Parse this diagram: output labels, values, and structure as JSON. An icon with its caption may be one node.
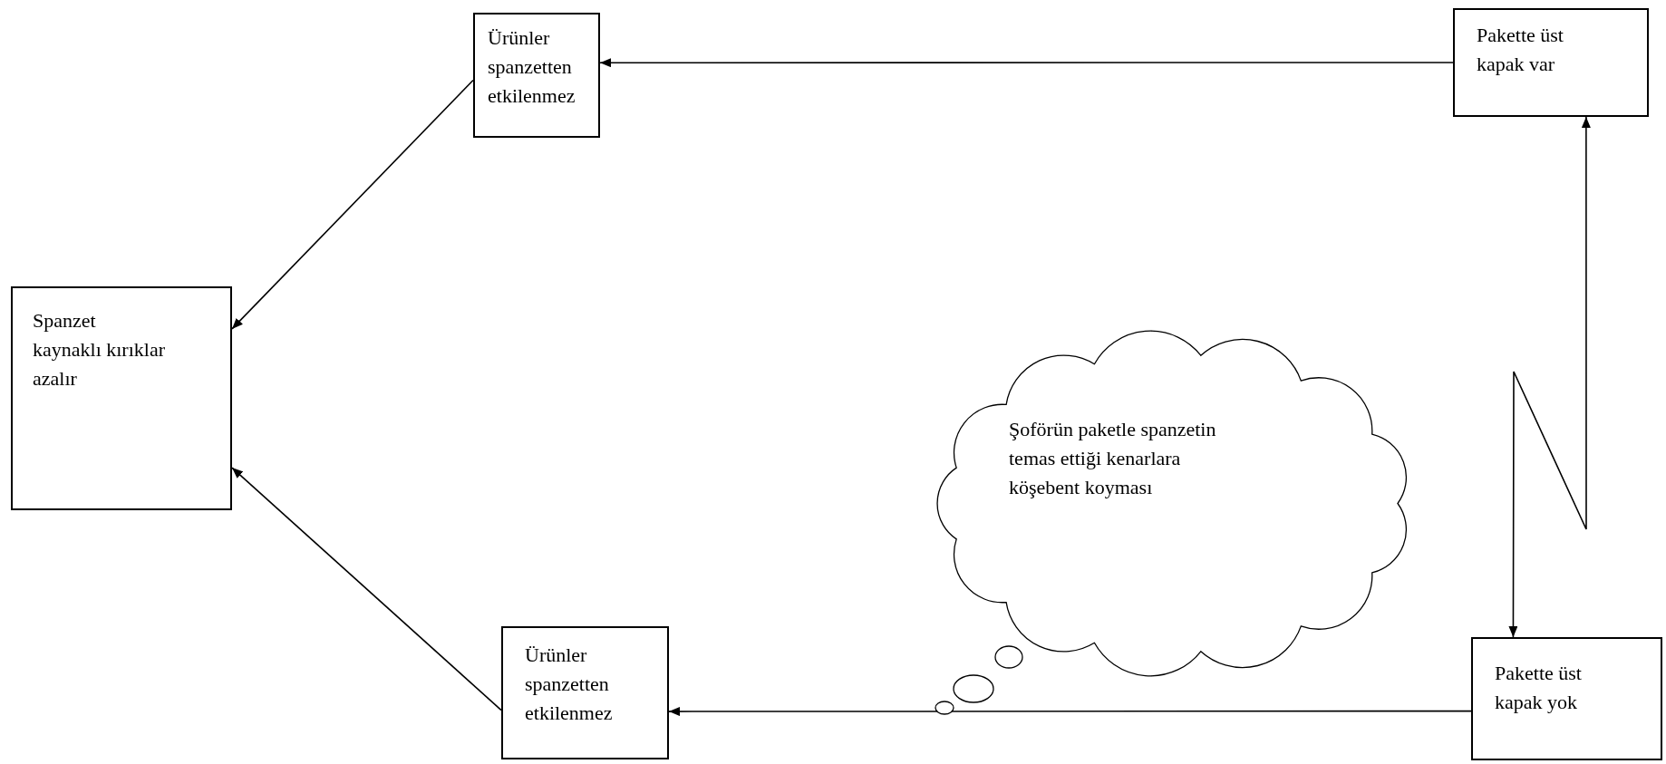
{
  "diagram": {
    "nodes": [
      {
        "text": [
          "Spanzet kaynaklı kırıklar azalır"
        ]
      },
      {
        "text": [
          "Ürünler spanzetten etkilenmez"
        ]
      },
      {
        "text": [
          "Pakette üst kapak var"
        ]
      },
      {
        "text": [
          "Şoförün paketle spanzetin temas ettiği kenarlara köşebent koyması"
        ]
      },
      {
        "text": [
          "Ürünler spanzetten etkilenmez"
        ]
      },
      {
        "text": [
          "Pakette üst kapak yok"
        ]
      }
    ],
    "edges": [
      {
        "from": 2,
        "to": 1,
        "arrow": "to"
      },
      {
        "from": 1,
        "to": 0,
        "arrow": "to"
      },
      {
        "from": 4,
        "to": 0,
        "arrow": "to"
      },
      {
        "from": 5,
        "to": 4,
        "arrow": "to"
      },
      {
        "from": 5,
        "to": 2,
        "arrow": "both"
      }
    ]
  }
}
